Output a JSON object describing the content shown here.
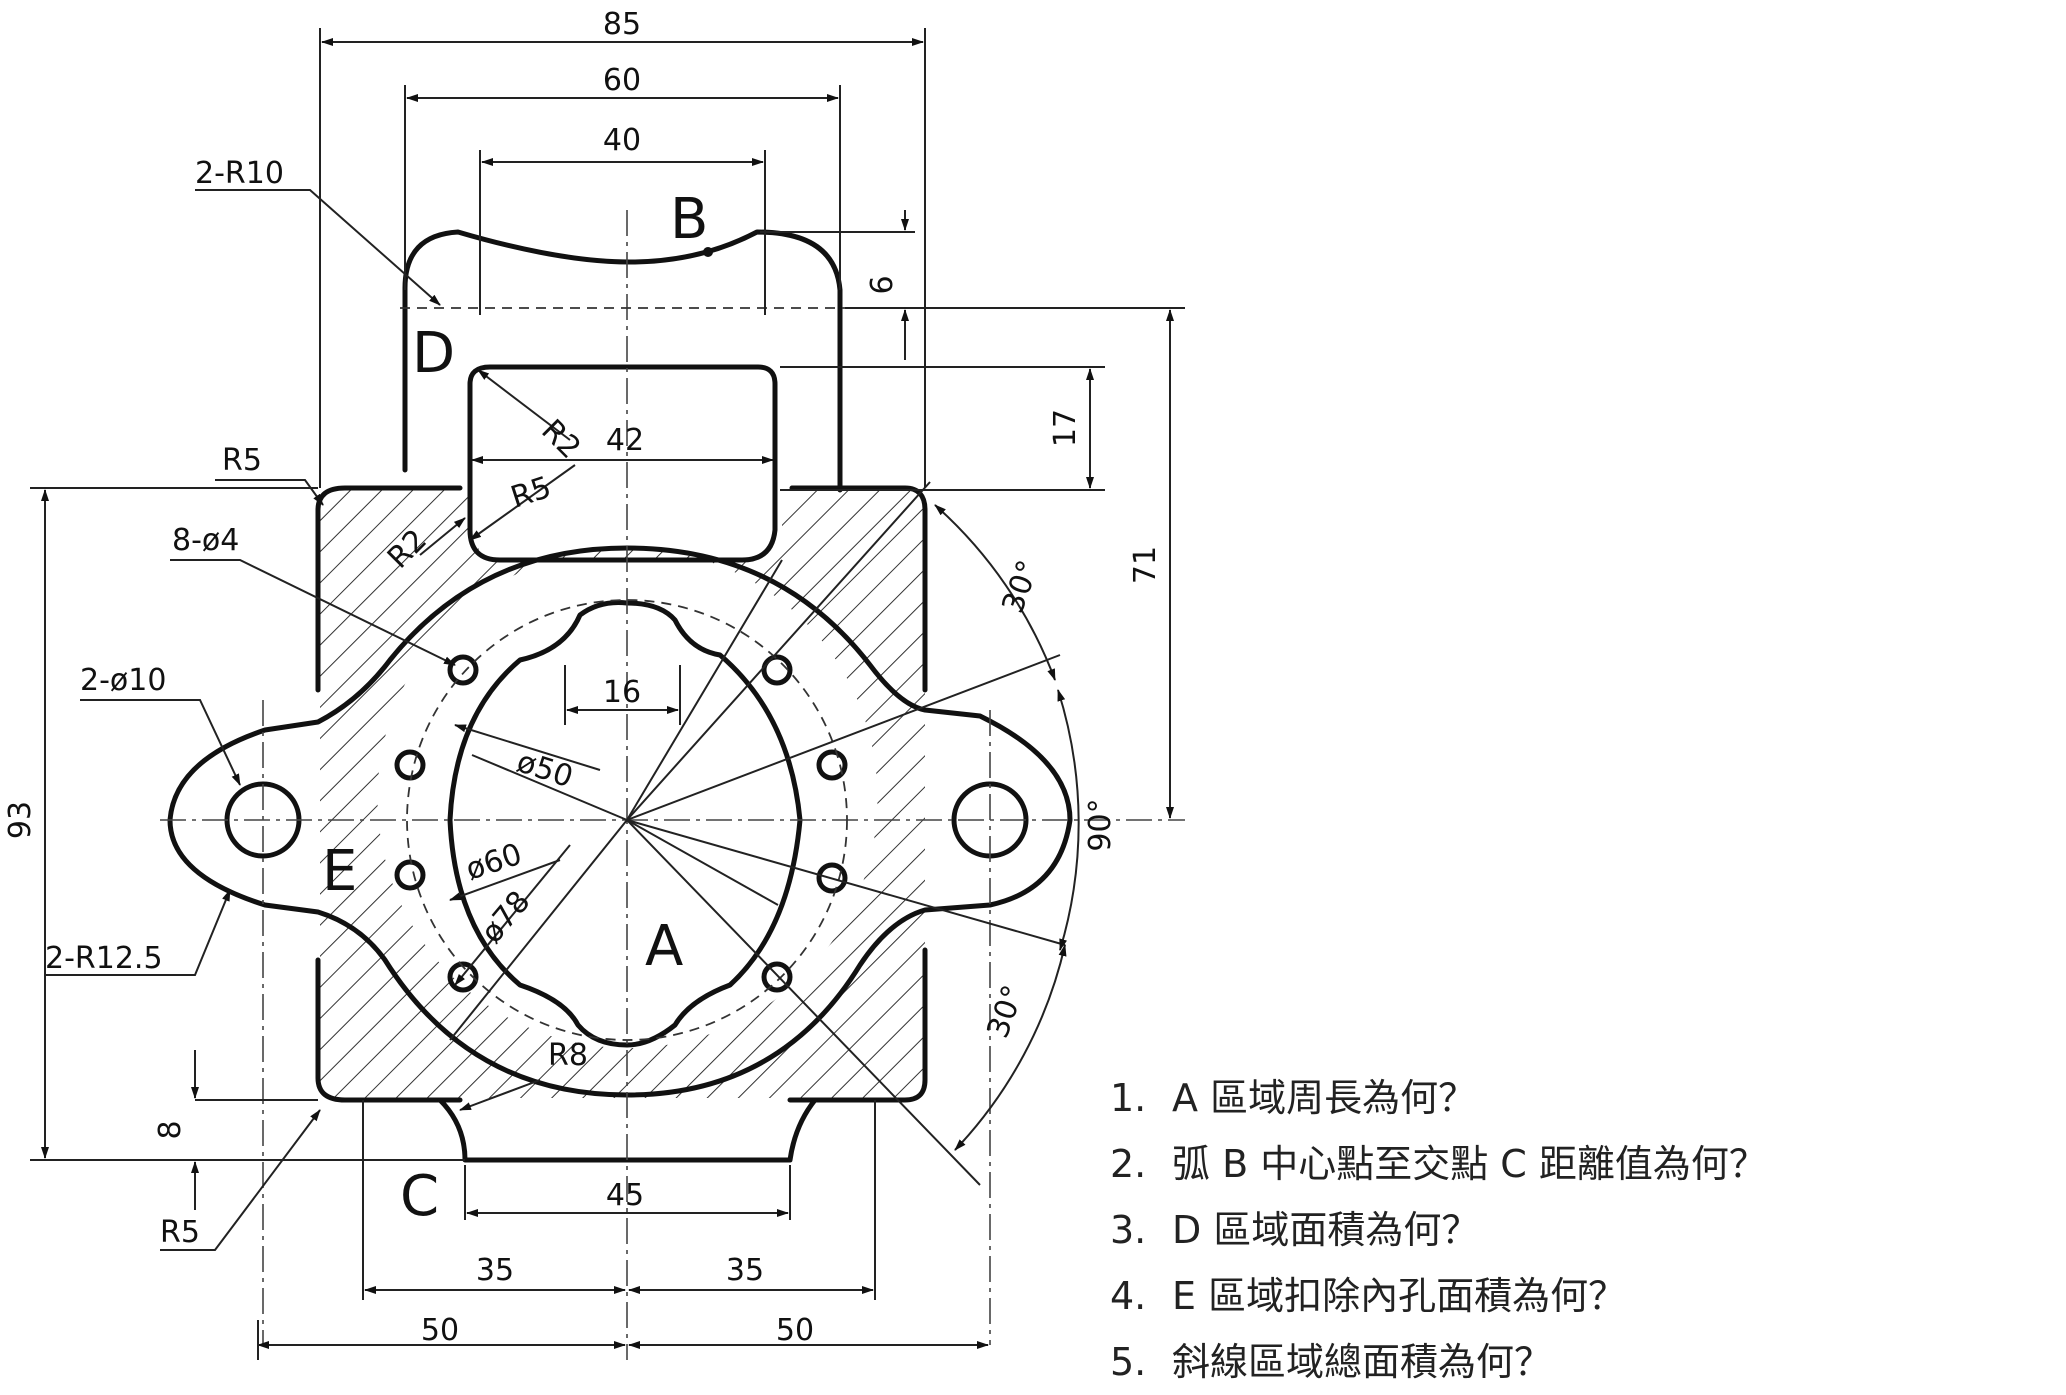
{
  "dimensions": {
    "top_85": "85",
    "top_60": "60",
    "top_40": "40",
    "dim_6": "6",
    "dim_17": "17",
    "dim_71": "71",
    "dim_93": "93",
    "dim_16": "16",
    "dim_42": "42",
    "dim_45": "45",
    "bottom_35_left": "35",
    "bottom_35_right": "35",
    "bottom_50_left": "50",
    "bottom_50_right": "50",
    "dim_8": "8",
    "angle_30_top": "30°",
    "angle_90": "90°",
    "angle_30_bottom": "30°"
  },
  "callouts": {
    "r10": "2-R10",
    "r5_top": "R5",
    "holes_4": "8-ø4",
    "holes_10": "2-ø10",
    "r12_5": "2-R12.5",
    "r5_bottom": "R5",
    "r8": "R8",
    "r2_upper": "R2",
    "r2_lower": "R2",
    "r5_slot": "R5",
    "dia_50": "ø50",
    "dia_60": "ø60",
    "dia_78": "ø78"
  },
  "region_labels": {
    "a": "A",
    "b": "B",
    "c": "C",
    "d": "D",
    "e": "E"
  },
  "questions": [
    {
      "num": "1.",
      "text": "A 區域周長為何？"
    },
    {
      "num": "2.",
      "text": "弧 B 中心點至交點 C 距離值為何？"
    },
    {
      "num": "3.",
      "text": "D 區域面積為何？"
    },
    {
      "num": "4.",
      "text": "E 區域扣除內孔面積為何？"
    },
    {
      "num": "5.",
      "text": "斜線區域總面積為何？"
    }
  ]
}
